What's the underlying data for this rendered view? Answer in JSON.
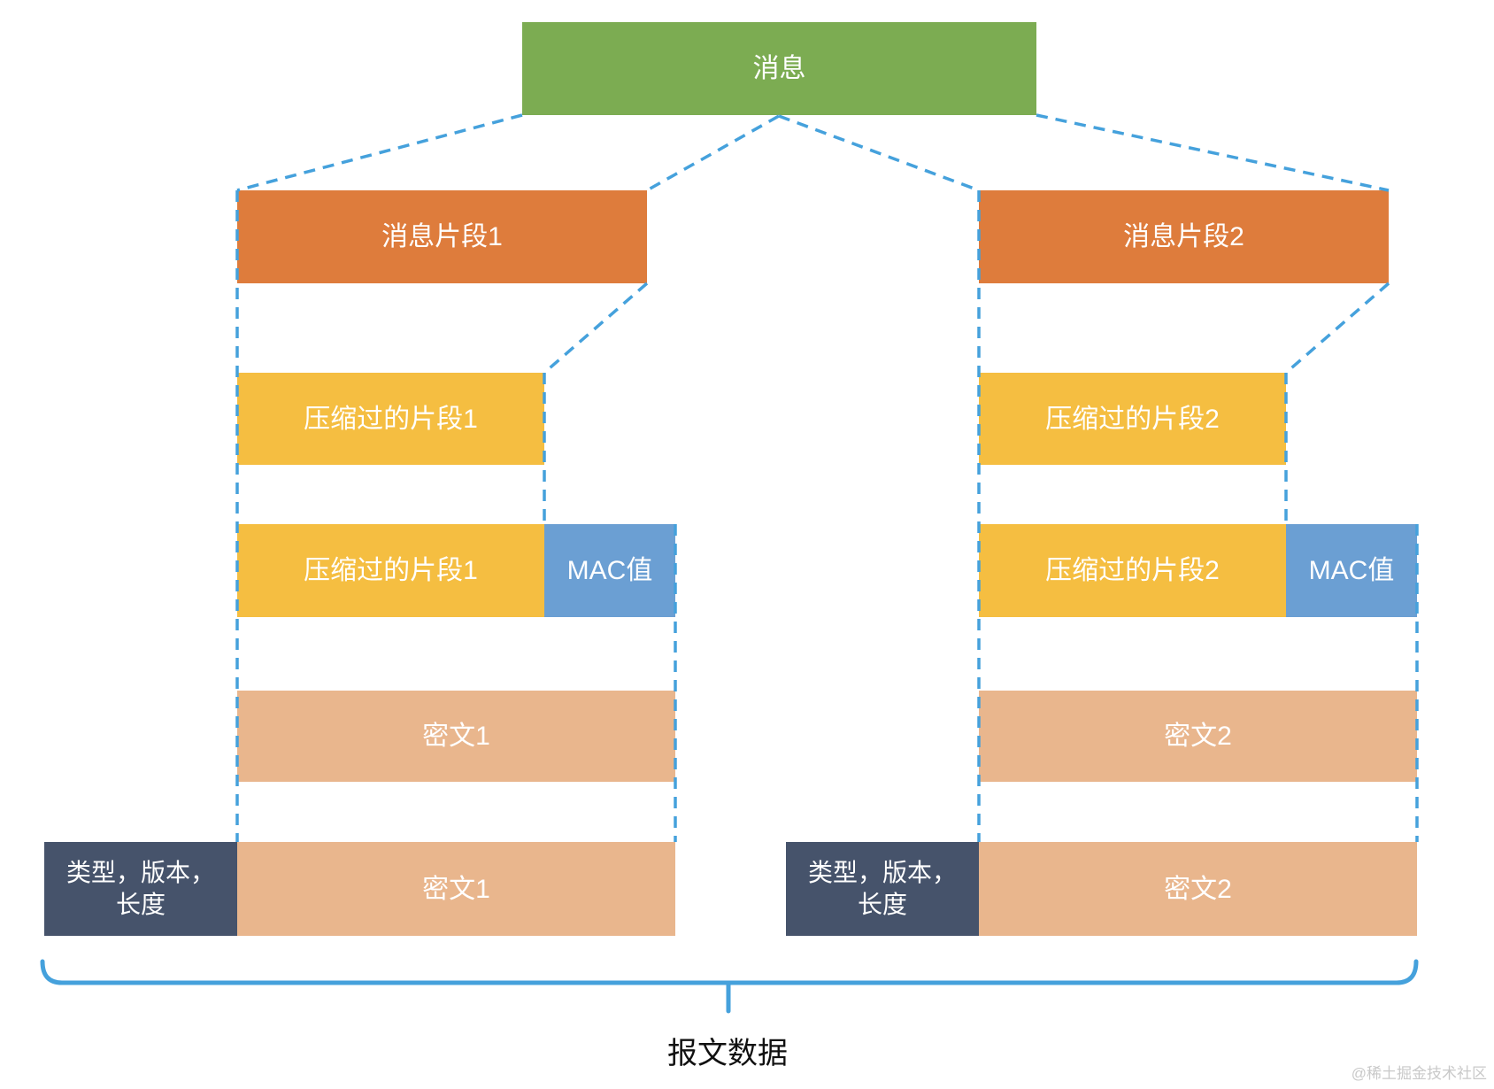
{
  "title_box": {
    "label": "消息"
  },
  "columns": [
    {
      "fragment_label": "消息片段1",
      "compressed_label": "压缩过的片段1",
      "compressed_mac_label": "压缩过的片段1",
      "mac_label": "MAC值",
      "cipher_label": "密文1",
      "record_header_label": "类型，版本，长度",
      "cipher_with_header_label": "密文1"
    },
    {
      "fragment_label": "消息片段2",
      "compressed_label": "压缩过的片段2",
      "compressed_mac_label": "压缩过的片段2",
      "mac_label": "MAC值",
      "cipher_label": "密文2",
      "record_header_label": "类型，版本，长度",
      "cipher_with_header_label": "密文2"
    }
  ],
  "bottom_label": "报文数据",
  "watermark": "@稀土掘金技术社区",
  "colors": {
    "message": "#7CAC52",
    "fragment": "#DE7C3C",
    "compressed": "#F5BE41",
    "mac": "#6B9FD3",
    "cipher": "#E9B68D",
    "record_header": "#46536B",
    "connector": "#45A1DC",
    "brace": "#45A1DC"
  }
}
